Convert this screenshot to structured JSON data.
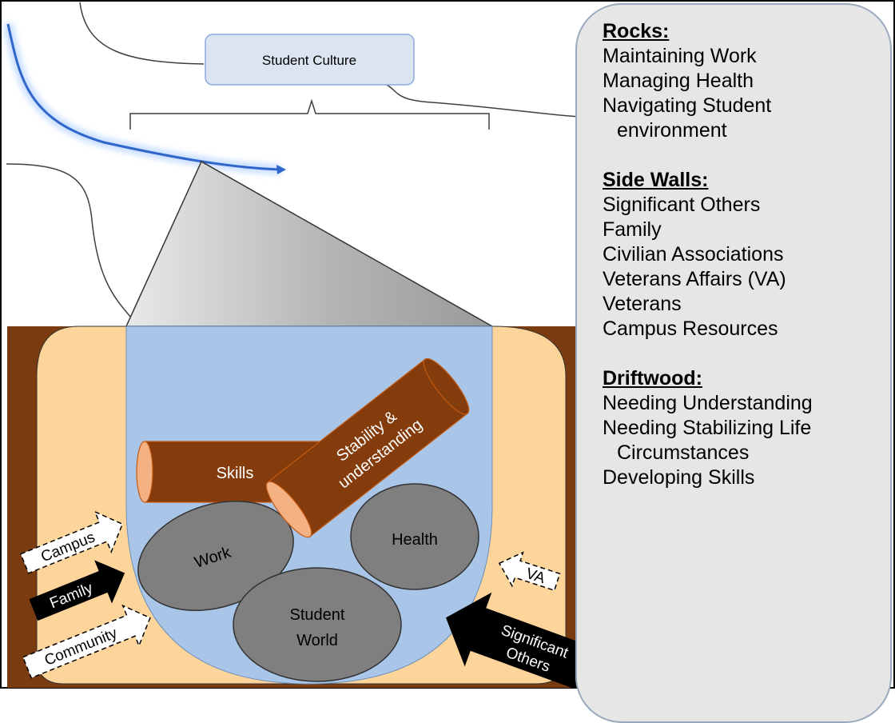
{
  "title_box": "Student Culture",
  "stones": {
    "work": "Work",
    "health": "Health",
    "student_world_line1": "Student",
    "student_world_line2": "World"
  },
  "logs": {
    "skills": "Skills",
    "stability_line1": "Stability &",
    "stability_line2": "understanding"
  },
  "arrows": {
    "campus": "Campus",
    "family": "Family",
    "community": "Community",
    "va": "VA",
    "significant_line1": "Significant",
    "significant_line2": "Others"
  },
  "legend": {
    "rocks_heading": "Rocks:",
    "rocks": [
      "Maintaining Work",
      "Managing Health",
      "Navigating Student"
    ],
    "rocks_cont": "environment",
    "walls_heading": "Side Walls:",
    "walls": [
      "Significant Others",
      "Family",
      "Civilian Associations",
      "Veterans Affairs (VA)",
      "Veterans",
      "Campus Resources"
    ],
    "driftwood_heading": "Driftwood:",
    "driftwood": [
      "Needing Understanding",
      "Needing Stabilizing Life"
    ],
    "driftwood_cont": "Circumstances",
    "driftwood_last": "Developing Skills"
  },
  "colors": {
    "brown": "#7b3b10",
    "sand": "#fdd59a",
    "water": "#a9c6e8",
    "stone": "#7f7f7f",
    "log": "#843c0c",
    "log_end": "#f4b183",
    "panel": "#e6e6e6"
  }
}
